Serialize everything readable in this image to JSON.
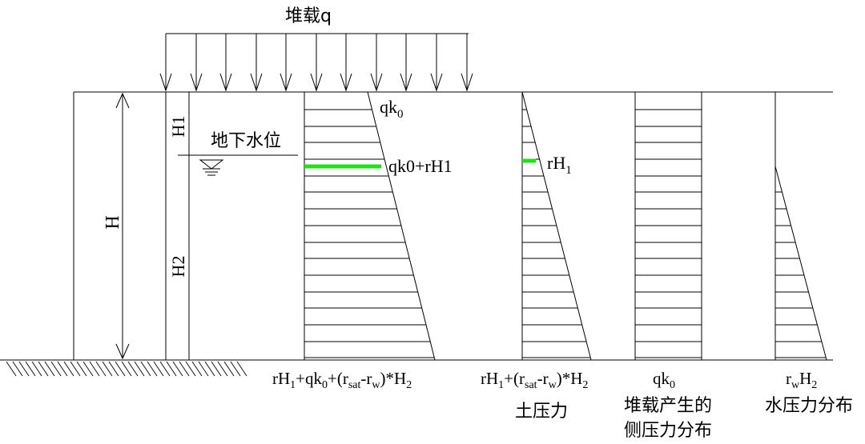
{
  "top_load": {
    "label": "堆载q"
  },
  "dimensions": {
    "H": "H",
    "H1": "H1",
    "H2": "H2"
  },
  "water_level": {
    "label": "地下水位"
  },
  "diagram1": {
    "top": {
      "base": "qk",
      "sub": "0"
    },
    "mid": "qk0+rH1",
    "bottom": {
      "p1": "rH",
      "s1": "1",
      "p2": "+qk",
      "s2": "0",
      "p3": "+(r",
      "s3": "sat",
      "p4": "-r",
      "s4": "w",
      "p5": ")*H",
      "s5": "2"
    }
  },
  "diagram2": {
    "mid": {
      "base": "rH",
      "sub": "1"
    },
    "bottom": {
      "p1": "rH",
      "s1": "1",
      "p2": "+(r",
      "s2": "sat",
      "p3": "-r",
      "s3": "w",
      "p4": ")*H",
      "s4": "2"
    },
    "caption": "土压力"
  },
  "diagram3": {
    "bottom": {
      "base": "qk",
      "sub": "0"
    },
    "caption_line1": "堆载产生的",
    "caption_line2": "侧压力分布"
  },
  "diagram4": {
    "bottom": {
      "p1": "r",
      "s1": "w",
      "p2": "H",
      "s2": "2"
    },
    "caption": "水压力分布"
  },
  "colors": {
    "highlight": "#22e01a",
    "line": "#000000"
  }
}
